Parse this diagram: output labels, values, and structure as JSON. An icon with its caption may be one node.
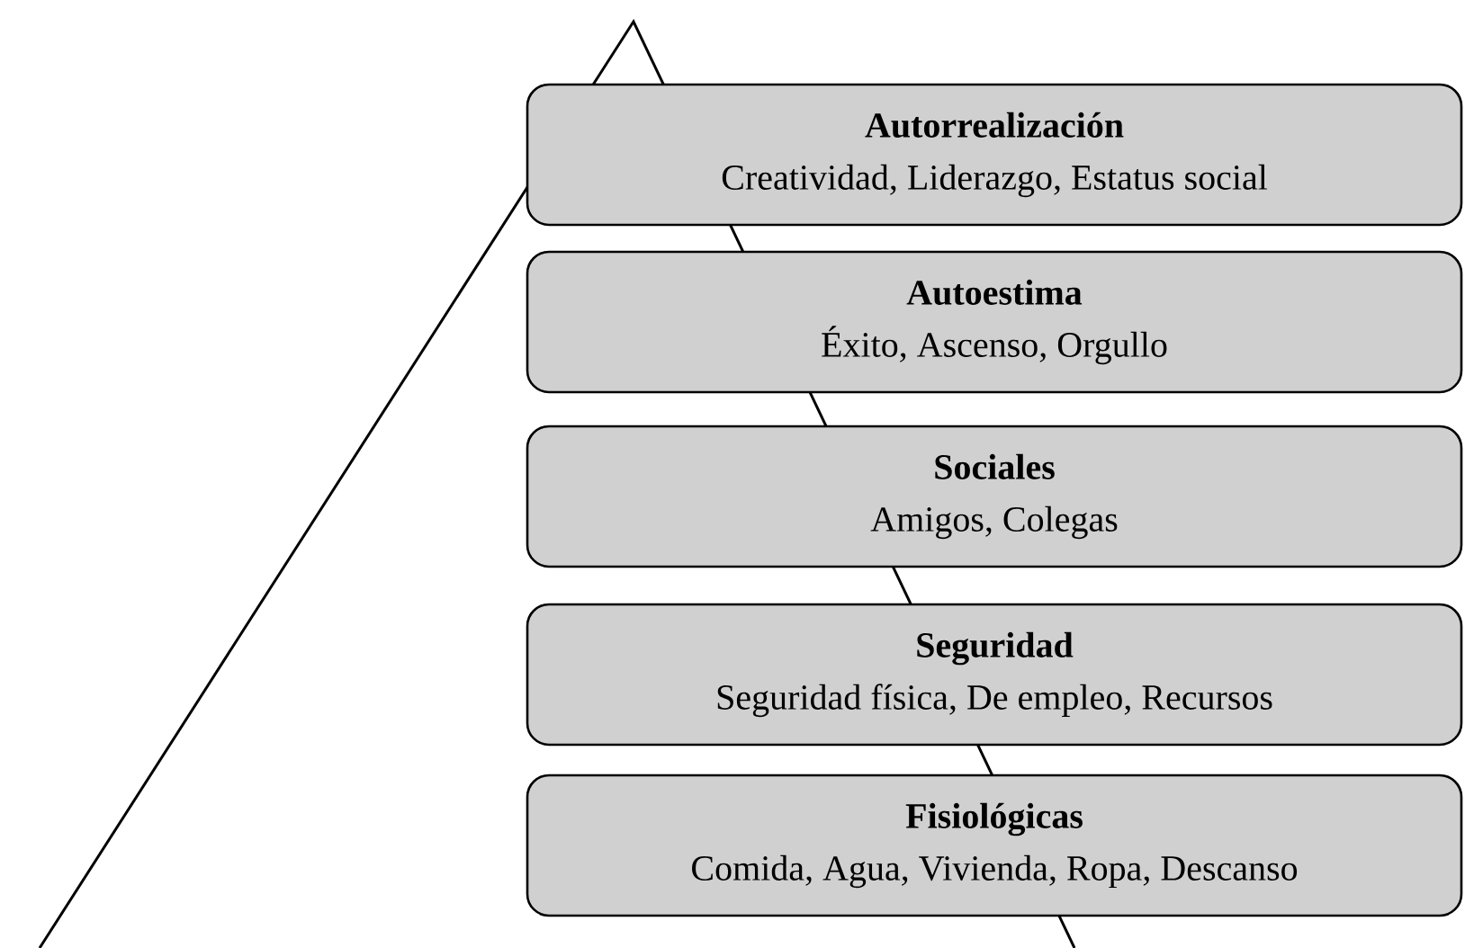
{
  "diagram": {
    "nodes": [
      {
        "text": [
          "Autorrealización",
          "Creatividad, Liderazgo, Estatus social"
        ]
      },
      {
        "text": [
          "Autoestima",
          "Éxito, Ascenso, Orgullo"
        ]
      },
      {
        "text": [
          "Sociales",
          "Amigos, Colegas"
        ]
      },
      {
        "text": [
          "Seguridad",
          "Seguridad física, De empleo, Recursos"
        ]
      },
      {
        "text": [
          "Fisiológicas",
          "Comida, Agua, Vivienda, Ropa, Descanso"
        ]
      }
    ]
  }
}
